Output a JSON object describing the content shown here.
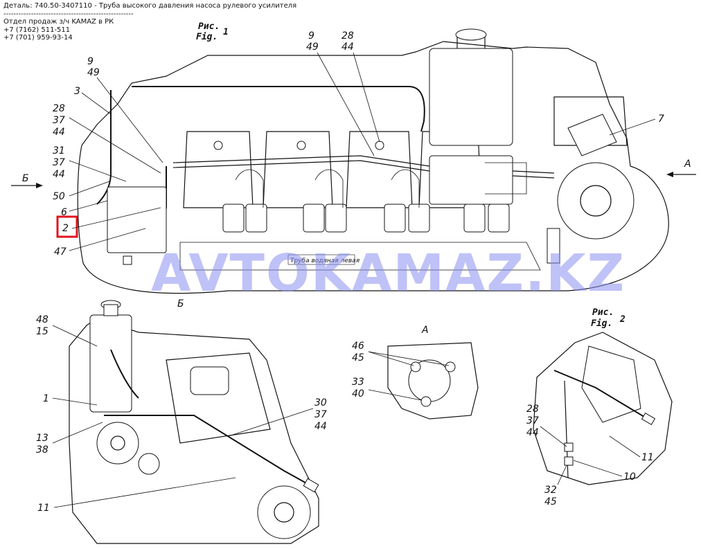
{
  "header": {
    "title": "Деталь: 740.50-3407110 - Труба высокого давления насоса рулевого усилителя",
    "separator": "----------------------------------------------------",
    "dept": "Отдел продаж з/ч KAMAZ в РК",
    "phone1": "+7 (7162) 511-511",
    "phone2": "+7 (701) 959-93-14"
  },
  "watermark": "AVTOKAMAZ.KZ",
  "figures": {
    "fig1_ru": "Рис.",
    "fig1_en": "Fig.",
    "fig1_num": "1",
    "fig2_ru": "Рис.",
    "fig2_en": "Fig.",
    "fig2_num": "2"
  },
  "views": {
    "b_left": "Б",
    "b_bottom": "Б",
    "a_right": "А",
    "a_view": "А"
  },
  "pipe_label": "Труба водяная левая",
  "highlight_color": "#e0141e",
  "callouts_fig1": {
    "c9": "9",
    "c49": "49",
    "c3": "3",
    "c28": "28",
    "c37": "37",
    "c44": "44",
    "c31": "31",
    "c37b": "37",
    "c44b": "44",
    "c50": "50",
    "c6": "6",
    "c2": "2",
    "c47": "47",
    "c9r": "9",
    "c49r": "49",
    "c28r": "28",
    "c44r": "44",
    "c7": "7"
  },
  "callouts_b": {
    "c48": "48",
    "c15": "15",
    "c1": "1",
    "c13": "13",
    "c38": "38",
    "c30": "30",
    "c37": "37",
    "c44": "44",
    "c11": "11"
  },
  "callouts_a": {
    "c46": "46",
    "c45": "45",
    "c33": "33",
    "c40": "40"
  },
  "callouts_fig2": {
    "c28": "28",
    "c37": "37",
    "c44": "44",
    "c11": "11",
    "c10": "10",
    "c32": "32",
    "c45": "45"
  }
}
